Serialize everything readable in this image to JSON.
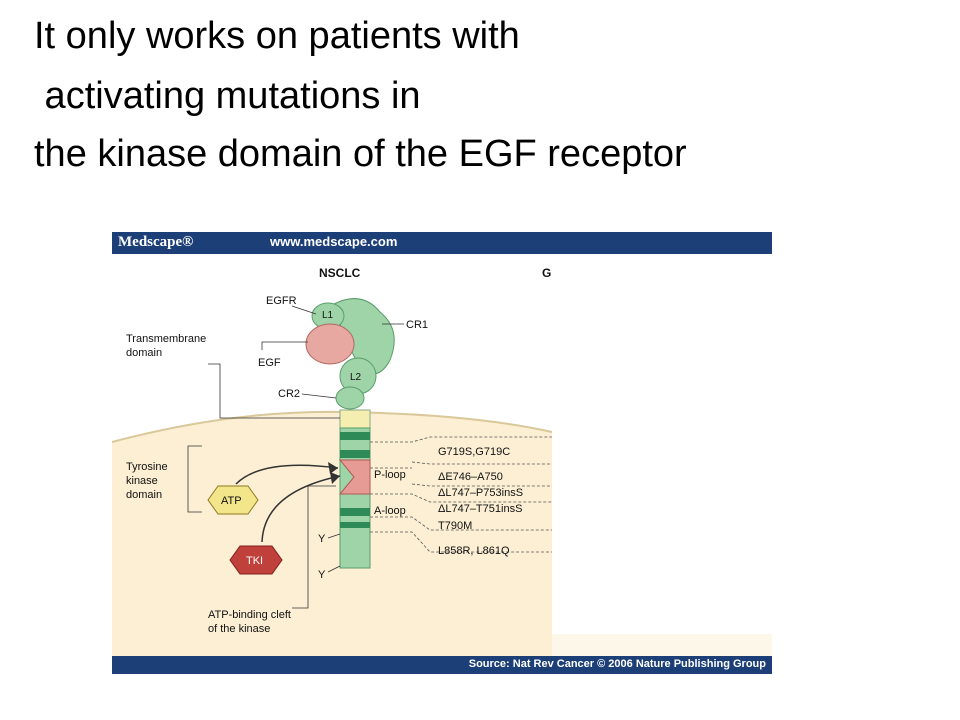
{
  "slide": {
    "title_lines": [
      "It only works on patients with",
      " activating mutations in",
      "the kinase domain of the EGF receptor"
    ]
  },
  "figure": {
    "header": {
      "brand": "Medscape®",
      "url": "www.medscape.com"
    },
    "panel_titles": {
      "left": "NSCLC",
      "right_partial": "G"
    },
    "labels": {
      "egfr": "EGFR",
      "l1": "L1",
      "cr1": "CR1",
      "transmembrane_line1": "Transmembrane",
      "transmembrane_line2": "domain",
      "egf": "EGF",
      "l2": "L2",
      "cr2": "CR2",
      "tyrosine_line1": "Tyrosine",
      "tyrosine_line2": "kinase",
      "tyrosine_line3": "domain",
      "atp": "ATP",
      "tki": "TKI",
      "p_loop": "P-loop",
      "a_loop": "A-loop",
      "y1": "Y",
      "y2": "Y",
      "cleft_line1": "ATP-binding cleft",
      "cleft_line2": "of the kinase"
    },
    "mutations": [
      "G719S,G719C",
      "ΔE746–A750",
      "ΔL747–P753insS",
      "ΔL747–T751insS",
      "T790M",
      "L858R, L861Q"
    ],
    "footer": "Source: Nat Rev Cancer © 2006 Nature Publishing Group",
    "colors": {
      "header_bar": "#1c3f78",
      "cytoplasm": "#fcefd4",
      "receptor_green": "#9fd3a8",
      "receptor_dark": "#2e8b57",
      "ligand_pink": "#e6a8a0",
      "atp_yellow": "#f3e58a",
      "tki_red": "#c0403b"
    }
  }
}
